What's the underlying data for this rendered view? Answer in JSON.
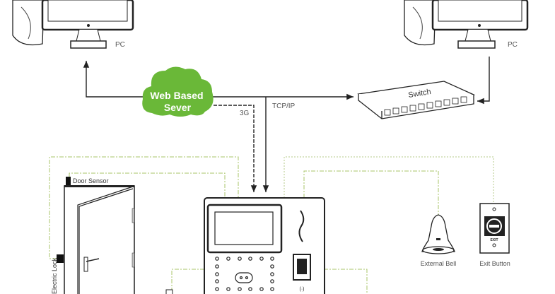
{
  "labels": {
    "pc_left": "PC",
    "pc_right": "PC",
    "cloud_line1": "Web Based",
    "cloud_line2": "Sever",
    "link_3g": "3G",
    "link_tcpip": "TCP/IP",
    "switch": "Switch",
    "door_sensor": "Door Sensor",
    "electric_lock": "Electric Lock",
    "external_bell": "External Bell",
    "exit_button": "Exit Button",
    "exit_text": "EXIT"
  },
  "colors": {
    "cloud": "#6ab838",
    "wire_green": "#a8c468",
    "line": "#222222"
  }
}
